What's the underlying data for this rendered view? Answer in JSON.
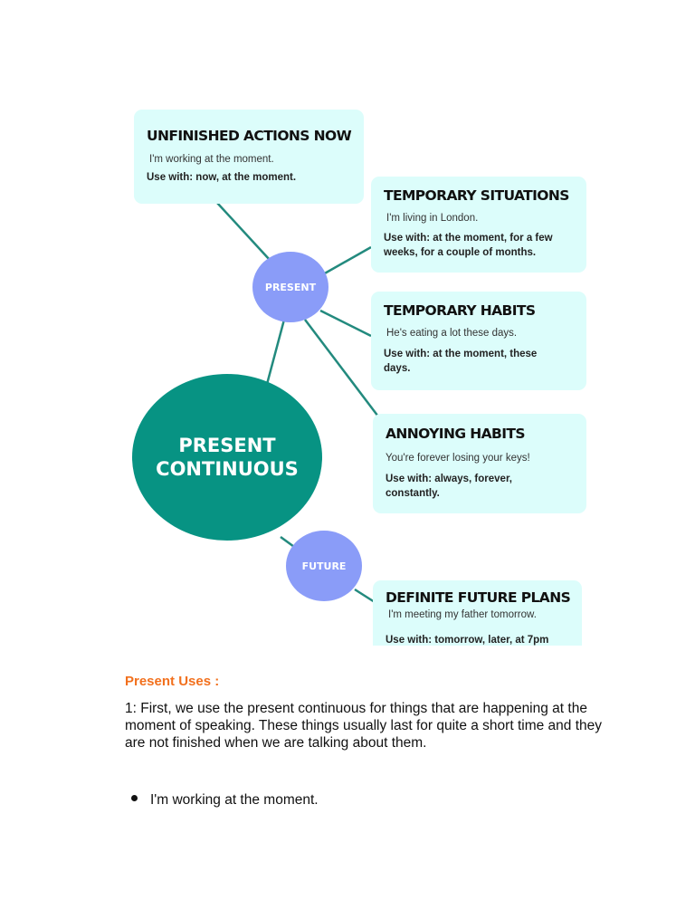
{
  "diagram": {
    "center": {
      "line1": "PRESENT",
      "line2": "CONTINUOUS"
    },
    "nodes": {
      "present": "PRESENT",
      "future": "FUTURE"
    },
    "colors": {
      "center": "#079383",
      "node": "#8a9cf8",
      "box": "#dcfdfb",
      "connector": "#238a7e"
    },
    "boxes": [
      {
        "title": "UNFINISHED ACTIONS NOW",
        "example": "I'm working at the moment.",
        "use_with": "Use with: now, at the moment."
      },
      {
        "title": "TEMPORARY SITUATIONS",
        "example": "I'm living in London.",
        "use_with_1": "Use with: at the moment, for a few",
        "use_with_2": "weeks, for a couple of months."
      },
      {
        "title": "TEMPORARY HABITS",
        "example": "He's eating a lot these days.",
        "use_with_1": "Use with: at the moment, these",
        "use_with_2": "days."
      },
      {
        "title": "ANNOYING HABITS",
        "example": "You're forever losing your keys!",
        "use_with_1": "Use with: always, forever,",
        "use_with_2": "constantly."
      },
      {
        "title": "DEFINITE FUTURE PLANS",
        "example": "I'm meeting my father tomorrow.",
        "use_with": "Use with: tomorrow, later, at 7pm"
      }
    ]
  },
  "section": {
    "heading": "Present Uses :",
    "paragraph_lines": [
      "1: First, we use the present continuous for things that are happening at the",
      "moment of speaking. These things usually last for quite a short time and they",
      "are not finished when we are talking about them."
    ],
    "bullets": [
      "I'm working at the moment."
    ],
    "heading_color": "#f2701d"
  }
}
